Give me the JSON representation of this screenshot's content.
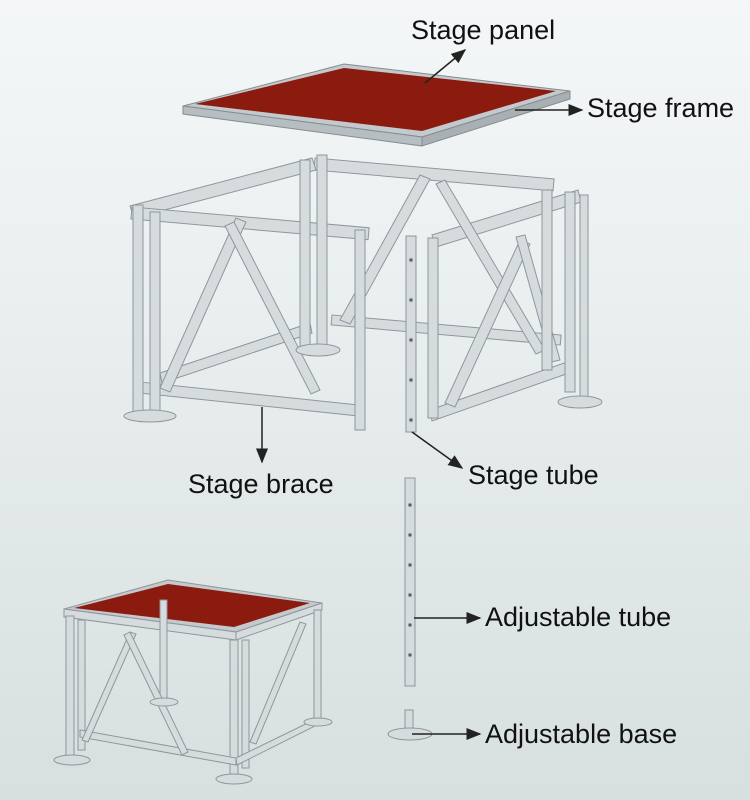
{
  "labels": {
    "stage_panel": "Stage panel",
    "stage_frame": "Stage frame",
    "stage_brace": "Stage brace",
    "stage_tube": "Stage tube",
    "adjustable_tube": "Adjustable tube",
    "adjustable_base": "Adjustable base"
  },
  "colors": {
    "panel": "#8b1a0f",
    "metal": "#d4d9dc",
    "metal_edge": "#8f979c",
    "text": "#111111"
  }
}
